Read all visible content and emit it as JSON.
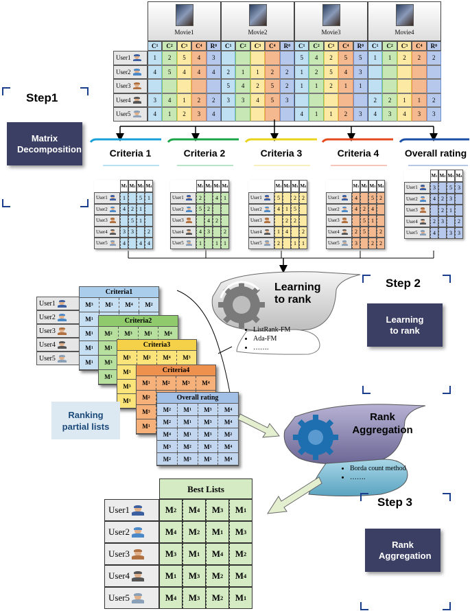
{
  "movies": [
    "Movie1",
    "Movie2",
    "Movie3",
    "Movie4"
  ],
  "top_columns": [
    "C1",
    "C2",
    "C3",
    "C4",
    "R0"
  ],
  "users": [
    "User1",
    "User2",
    "User3",
    "User4",
    "User5"
  ],
  "top_matrix": [
    [
      "1",
      "2",
      "5",
      "4",
      "3",
      "",
      "",
      "",
      "",
      "",
      "5",
      "4",
      "2",
      "5",
      "5",
      "1",
      "1",
      "2",
      "2",
      "2"
    ],
    [
      "4",
      "5",
      "4",
      "4",
      "4",
      "2",
      "1",
      "1",
      "2",
      "2",
      "1",
      "2",
      "5",
      "4",
      "3",
      "",
      "",
      "",
      "",
      ""
    ],
    [
      "",
      "",
      "",
      "",
      "",
      "5",
      "4",
      "2",
      "5",
      "2",
      "1",
      "1",
      "2",
      "1",
      "1",
      "",
      "",
      "",
      "",
      ""
    ],
    [
      "3",
      "4",
      "1",
      "2",
      "2",
      "3",
      "3",
      "4",
      "5",
      "3",
      "",
      "",
      "",
      "",
      "",
      "2",
      "2",
      "1",
      "1",
      "2"
    ],
    [
      "4",
      "1",
      "2",
      "3",
      "4",
      "",
      "",
      "",
      "",
      "",
      "4",
      "1",
      "1",
      "2",
      "3",
      "4",
      "3",
      "4",
      "3",
      "3"
    ]
  ],
  "steps": {
    "step1": "Step1",
    "step2": "Step 2",
    "step3": "Step 3"
  },
  "boxes": {
    "matrix_decomposition": "Matrix Decomposition",
    "learning_to_rank": "Learning to rank",
    "rank_aggregation": "Rank Aggregation",
    "ranking_partial_lists": "Ranking partial lists"
  },
  "criteria": [
    "Criteria 1",
    "Criteria 2",
    "Criteria 3",
    "Criteria 4",
    "Overall rating"
  ],
  "small_cols": [
    "M1",
    "M2",
    "M3",
    "M4"
  ],
  "small_matrices": [
    [
      [
        "1",
        "",
        "5",
        "1"
      ],
      [
        "4",
        "2",
        "1",
        ""
      ],
      [
        "",
        "5",
        "1",
        ""
      ],
      [
        "3",
        "3",
        "",
        "2"
      ],
      [
        "4",
        "",
        "4",
        "4"
      ]
    ],
    [
      [
        "2",
        "",
        "4",
        "1"
      ],
      [
        "5",
        "2",
        "",
        ""
      ],
      [
        "",
        "4",
        "2",
        ""
      ],
      [
        "4",
        "3",
        "",
        "2"
      ],
      [
        "1",
        "",
        "1",
        "1"
      ]
    ],
    [
      [
        "5",
        "",
        "2",
        "2"
      ],
      [
        "4",
        "1",
        "5",
        ""
      ],
      [
        "",
        "2",
        "2",
        ""
      ],
      [
        "1",
        "4",
        "",
        "2"
      ],
      [
        "2",
        "",
        "1",
        "1"
      ]
    ],
    [
      [
        "4",
        "",
        "5",
        "2"
      ],
      [
        "4",
        "2",
        "4",
        ""
      ],
      [
        "",
        "5",
        "1",
        ""
      ],
      [
        "2",
        "5",
        "",
        "2"
      ],
      [
        "3",
        "",
        "2",
        "2"
      ]
    ],
    [
      [
        "3",
        "",
        "5",
        "3"
      ],
      [
        "4",
        "2",
        "3",
        ""
      ],
      [
        "",
        "2",
        "1",
        ""
      ],
      [
        "2",
        "3",
        "",
        "2"
      ],
      [
        "4",
        "",
        "3",
        "3"
      ]
    ]
  ],
  "learning_to_rank": {
    "title": "Learning to rank",
    "items": [
      "ListRank-FM",
      "Ada-FM",
      "……."
    ]
  },
  "rank_aggregation": {
    "title": "Rank Aggregation",
    "items": [
      "Borda count method",
      "……."
    ]
  },
  "partial_lists": [
    {
      "title": "Criteria1",
      "rows": [
        [
          "M3",
          "M1",
          "M4",
          "M2"
        ],
        [
          "M1",
          "",
          "",
          ""
        ],
        [
          "M1",
          "",
          "",
          ""
        ],
        [
          "M1",
          "",
          "",
          ""
        ],
        [
          "M1",
          "",
          "",
          ""
        ]
      ]
    },
    {
      "title": "Criteria2",
      "rows": [
        [
          "M2",
          "M3",
          "M1",
          "M4"
        ],
        [
          "M1",
          "",
          "",
          ""
        ],
        [
          "M3",
          "",
          "",
          ""
        ],
        [
          "M1",
          "",
          "",
          ""
        ]
      ]
    },
    {
      "title": "Criteria3",
      "rows": [
        [
          "M1",
          "M2",
          "M4",
          "M3"
        ],
        [
          "M1",
          "",
          "",
          ""
        ],
        [
          "M3",
          "",
          "",
          ""
        ],
        [
          "M1",
          "",
          "",
          ""
        ]
      ]
    },
    {
      "title": "Criteria4",
      "rows": [
        [
          "M1",
          "M2",
          "M3",
          "M4"
        ],
        [
          "M2",
          "",
          "",
          ""
        ],
        [
          "M3",
          "",
          "",
          ""
        ],
        [
          "M1",
          "",
          "",
          ""
        ]
      ]
    },
    {
      "title": "Overall rating",
      "rows": [
        [
          "M2",
          "M1",
          "M3",
          "M4"
        ],
        [
          "M2",
          "M1",
          "M3",
          "M4"
        ],
        [
          "M4",
          "M1",
          "M3",
          "M2"
        ],
        [
          "M3",
          "M2",
          "M1",
          "M4"
        ],
        [
          "M2",
          "M3",
          "M1",
          "M4"
        ]
      ]
    }
  ],
  "best_lists": {
    "title": "Best Lists",
    "rows": [
      [
        "M2",
        "M4",
        "M3",
        "M1"
      ],
      [
        "M4",
        "M2",
        "M1",
        "M3"
      ],
      [
        "M3",
        "M1",
        "M4",
        "M2"
      ],
      [
        "M1",
        "M3",
        "M2",
        "M4"
      ],
      [
        "M4",
        "M3",
        "M2",
        "M1"
      ]
    ]
  }
}
